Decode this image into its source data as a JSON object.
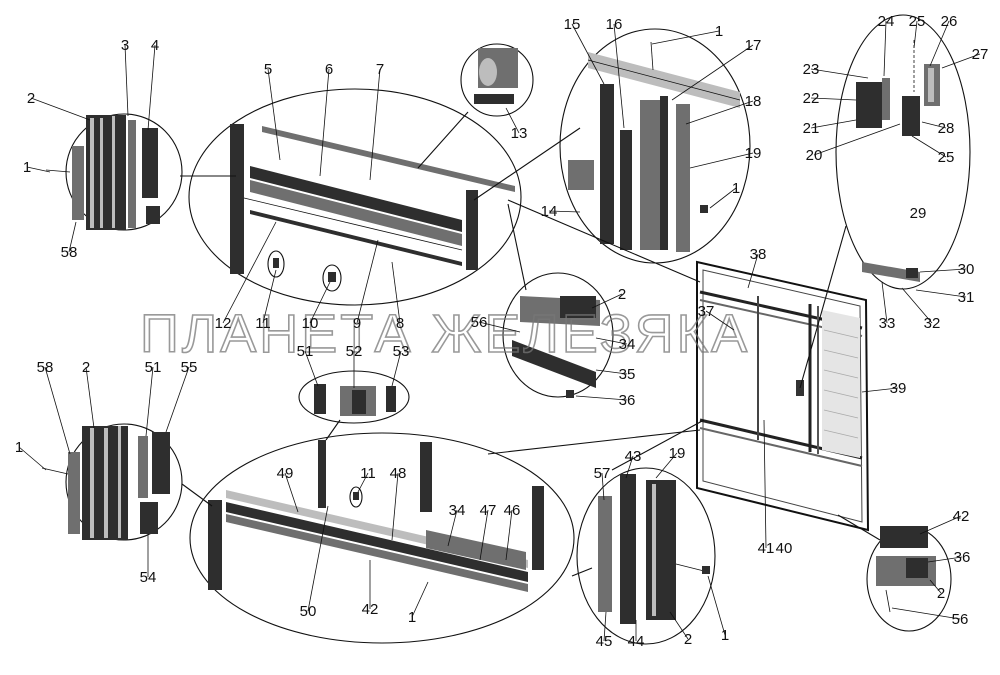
{
  "watermark": "ПЛАНЕТА ЖЕЛЕЗЯКА",
  "labels": [
    "1",
    "2",
    "3",
    "4",
    "5",
    "6",
    "7",
    "8",
    "9",
    "10",
    "11",
    "12",
    "13",
    "14",
    "15",
    "16",
    "17",
    "18",
    "19",
    "20",
    "21",
    "22",
    "23",
    "24",
    "25",
    "26",
    "27",
    "28",
    "29",
    "30",
    "31",
    "32",
    "33",
    "34",
    "35",
    "36",
    "37",
    "38",
    "39",
    "40",
    "41",
    "42",
    "43",
    "44",
    "45",
    "46",
    "47",
    "48",
    "49",
    "50",
    "51",
    "52",
    "53",
    "54",
    "55",
    "56",
    "57",
    "58"
  ]
}
